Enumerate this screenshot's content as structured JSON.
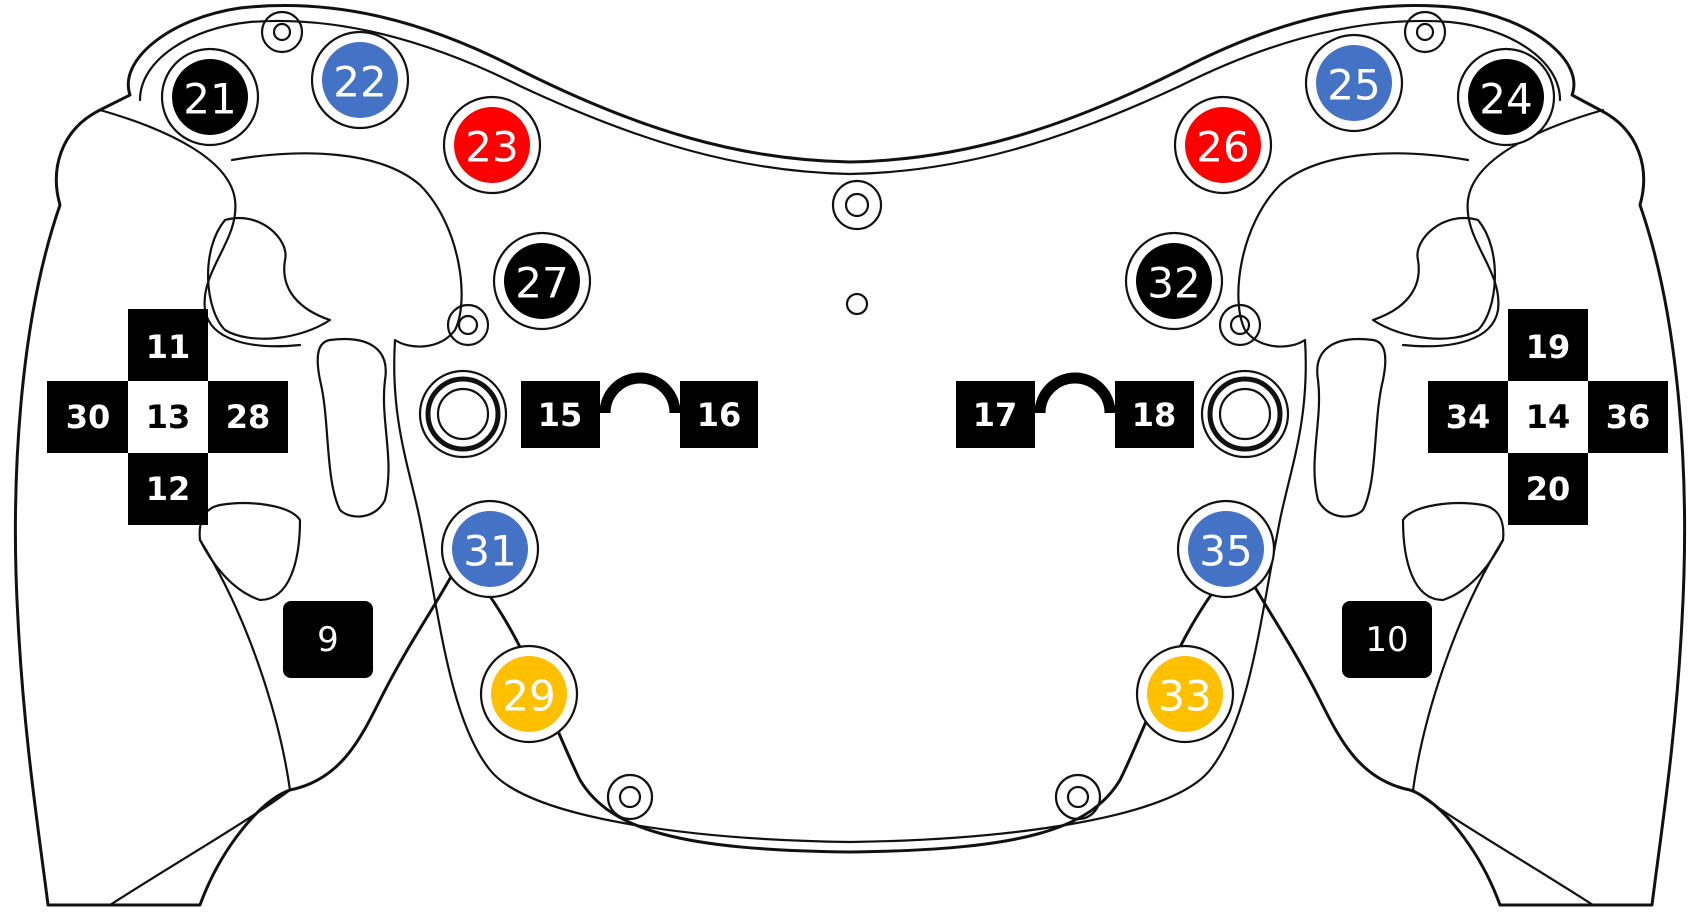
{
  "colors": {
    "black": "#000000",
    "blue": "#4472c4",
    "red": "#ff0000",
    "yellow": "#ffc000",
    "white": "#ffffff"
  },
  "round_buttons": [
    {
      "label": "21",
      "color": "black"
    },
    {
      "label": "22",
      "color": "blue"
    },
    {
      "label": "23",
      "color": "red"
    },
    {
      "label": "27",
      "color": "black"
    },
    {
      "label": "31",
      "color": "blue"
    },
    {
      "label": "29",
      "color": "yellow"
    },
    {
      "label": "24",
      "color": "black"
    },
    {
      "label": "25",
      "color": "blue"
    },
    {
      "label": "26",
      "color": "red"
    },
    {
      "label": "32",
      "color": "black"
    },
    {
      "label": "35",
      "color": "blue"
    },
    {
      "label": "33",
      "color": "yellow"
    }
  ],
  "left_dpad": {
    "up": "11",
    "left": "30",
    "center": "13",
    "right": "28",
    "down": "12"
  },
  "right_dpad": {
    "up": "19",
    "left": "34",
    "center": "14",
    "right": "36",
    "down": "20"
  },
  "left_rotary": {
    "ccw": "15",
    "cw": "16"
  },
  "right_rotary": {
    "ccw": "17",
    "cw": "18"
  },
  "paddles": {
    "left": "9",
    "right": "10"
  }
}
